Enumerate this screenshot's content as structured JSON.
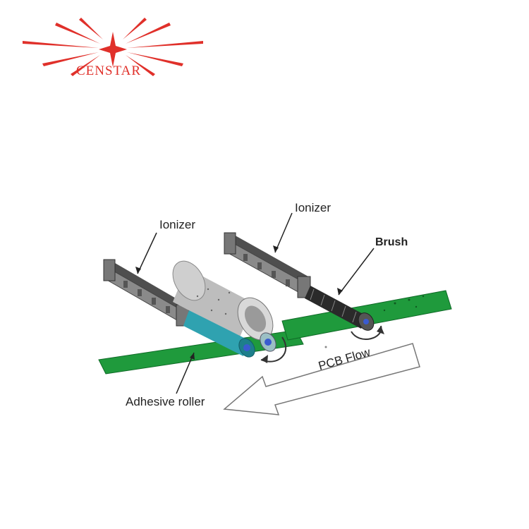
{
  "brand": {
    "name": "CENSTAR",
    "accent_color": "#e0302a"
  },
  "labels": {
    "ionizer_left": "Ionizer",
    "ionizer_right": "Ionizer",
    "brush": "Brush",
    "adhesive_roller": "Adhesive roller",
    "pcb_flow": "PCB Flow"
  },
  "colors": {
    "pcb": "#1f9a3c",
    "adhesive_roller": "#2fa2b0",
    "roller_body": "#bdbdbd",
    "ionizer": "#6a6a6a",
    "brush": "#2a2a2a"
  }
}
